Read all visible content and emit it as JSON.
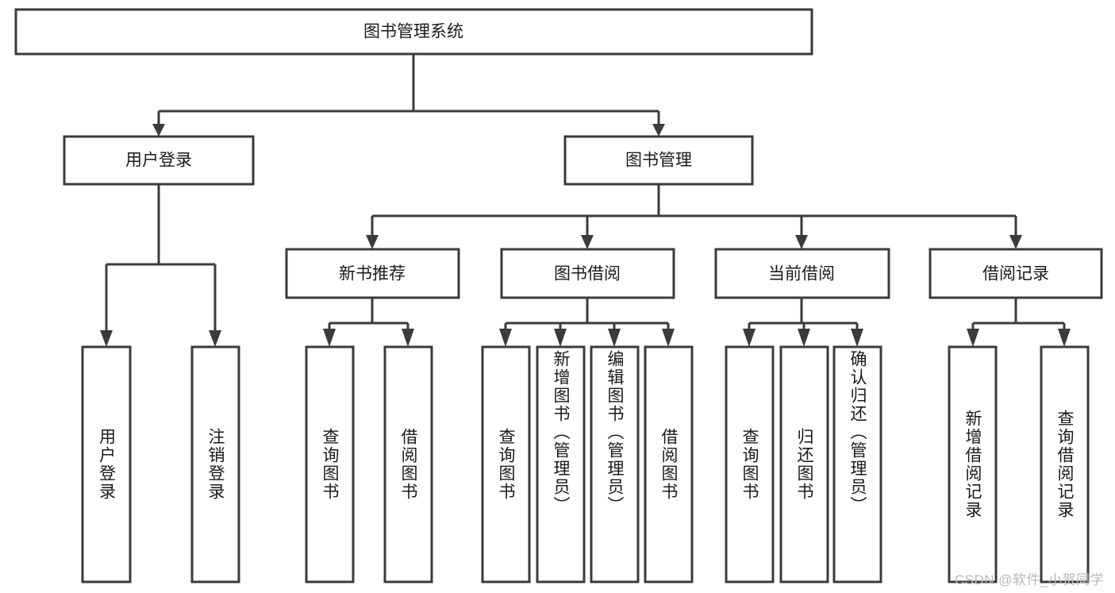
{
  "diagram": {
    "type": "tree",
    "title": "图书管理系统",
    "orientation": "top-down",
    "colors": {
      "stroke": "#3b3b3b",
      "fill": "#ffffff",
      "text": "#1a1a1a",
      "watermark": "#b9b9b9"
    }
  },
  "watermark": {
    "text": "CSDN @软件_小贺同学"
  },
  "nodes": {
    "root": {
      "label": "图书管理系统"
    },
    "level2": [
      {
        "label": "用户登录"
      },
      {
        "label": "图书管理"
      }
    ],
    "level3": [
      {
        "label": "新书推荐"
      },
      {
        "label": "图书借阅"
      },
      {
        "label": "当前借阅"
      },
      {
        "label": "借阅记录"
      }
    ],
    "leaves": {
      "user_login": [
        {
          "label": "用户登录"
        },
        {
          "label": "注销登录"
        }
      ],
      "new_book": [
        {
          "label": "查询图书"
        },
        {
          "label": "借阅图书"
        }
      ],
      "book_borrow": [
        {
          "label": "查询图书"
        },
        {
          "label": "新增图书（管理员）"
        },
        {
          "label": "编辑图书（管理员）"
        },
        {
          "label": "借阅图书"
        }
      ],
      "current_borrow": [
        {
          "label": "查询图书"
        },
        {
          "label": "归还图书"
        },
        {
          "label": "确认归还（管理员）"
        }
      ],
      "borrow_record": [
        {
          "label": "新增借阅记录"
        },
        {
          "label": "查询借阅记录"
        }
      ]
    }
  }
}
